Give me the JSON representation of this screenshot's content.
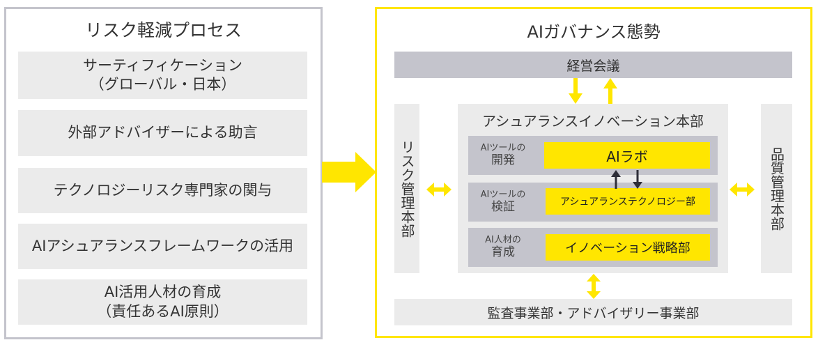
{
  "colors": {
    "accent_yellow": "#ffe600",
    "dark_gray": "#c4c4cc",
    "light_gray": "#ebebeb",
    "arrow_dark": "#2e2e38",
    "text": "#333333"
  },
  "left_panel": {
    "title": "リスク軽減プロセス",
    "items": [
      {
        "line1": "サーティフィケーション",
        "line2": "（グローバル・日本）"
      },
      {
        "line1": "外部アドバイザーによる助言",
        "line2": ""
      },
      {
        "line1": "テクノロジーリスク専門家の関与",
        "line2": ""
      },
      {
        "line1": "AIアシュアランスフレームワークの活用",
        "line2": ""
      },
      {
        "line1": "AI活用人材の育成",
        "line2": "（責任あるAI原則）"
      }
    ]
  },
  "right_panel": {
    "title": "AIガバナンス態勢",
    "top_bar": "経営会議",
    "bottom_bar": "監査事業部・アドバイザリー事業部",
    "left_side": "リスク管理本部",
    "right_side": "品質管理本部",
    "inner": {
      "title": "アシュアランスイノベーション本部",
      "rows": [
        {
          "label_line1": "AIツールの",
          "label_line2": "開発",
          "unit": "AIラボ"
        },
        {
          "label_line1": "AIツールの",
          "label_line2": "検証",
          "unit": "アシュアランステクノロジー部"
        },
        {
          "label_line1": "AI人材の",
          "label_line2": "育成",
          "unit": "イノベーション戦略部"
        }
      ]
    }
  },
  "icons": {
    "big_arrow": "arrow-right-icon",
    "top_down": "arrow-down-icon",
    "top_up": "arrow-up-icon",
    "lab_up": "arrow-up-icon",
    "lab_down": "arrow-down-icon",
    "left_bidir": "arrow-left-right-icon",
    "right_bidir": "arrow-left-right-icon",
    "bottom_bidir": "arrow-up-down-icon"
  }
}
